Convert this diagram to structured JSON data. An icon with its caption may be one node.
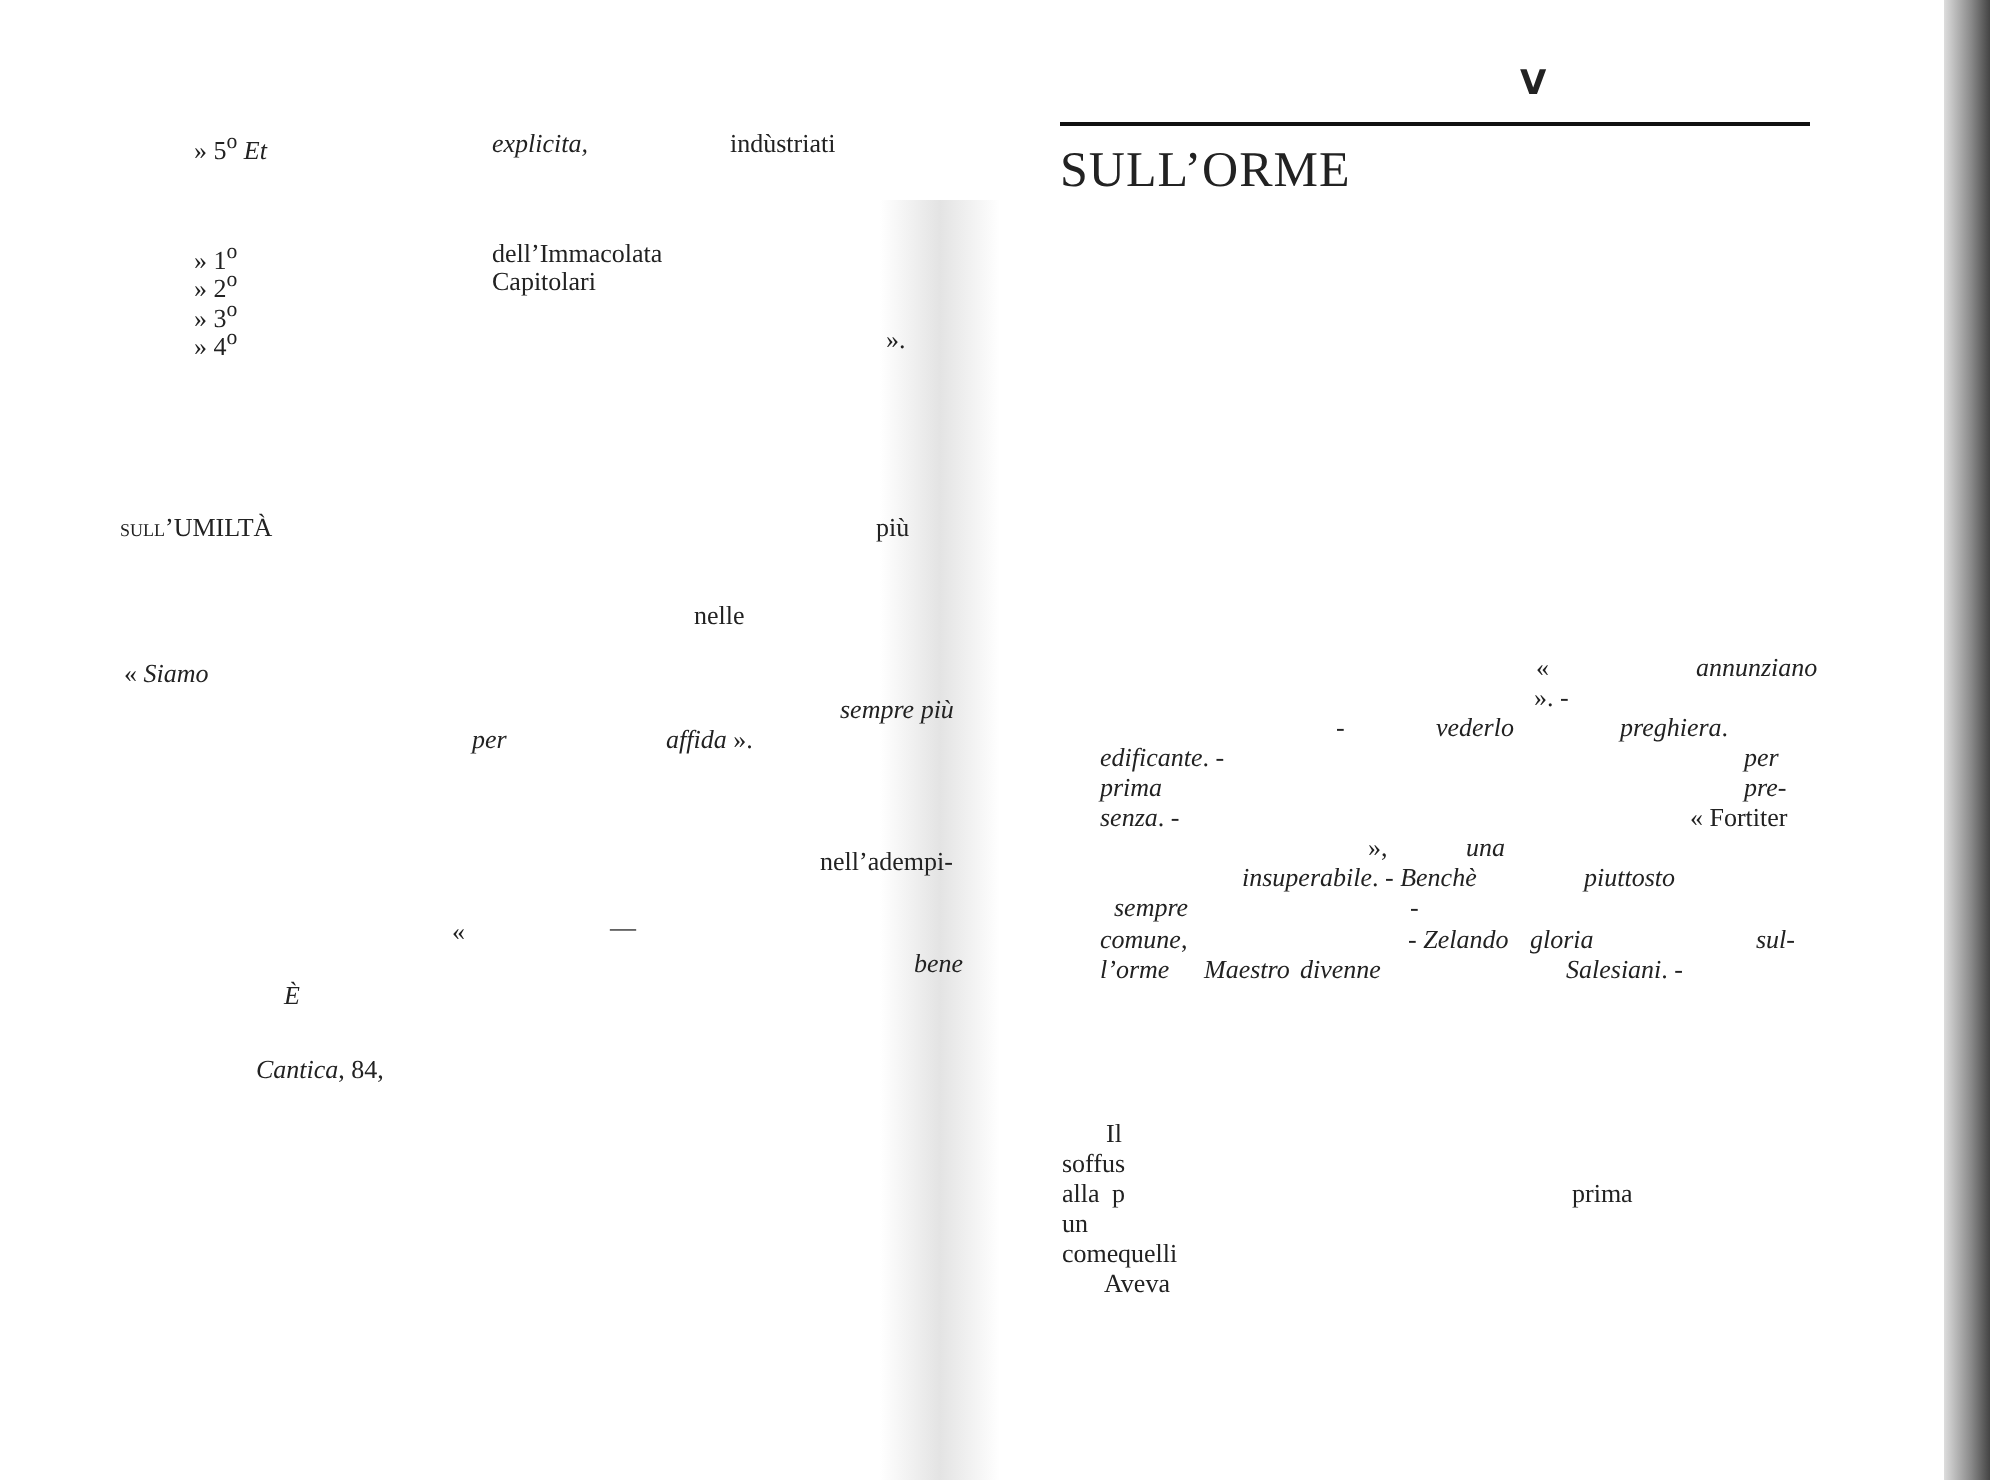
{
  "diagram": {
    "title": "SULL’ORME",
    "labels": [
      "» 5$^{o}$ *Et*",
      "explicita,",
      "indùstriati",
      "» 1$^{o}$",
      "dell’Immacolata",
      "» 2$^{o}$",
      "Capitolari",
      "» 3$^{o}$",
      "» 4$^{o}$",
      "».",
      "sull’UMILTÀ",
      "più",
      "nelle",
      "« *Siamo*",
      "sempre più",
      "per",
      "*affida* ».",
      "nell’adempi-",
      "«",
      "—",
      "bene",
      "È",
      "*Cantica*, 84,",
      "V",
      "«",
      "annunziano",
      "». -",
      "-",
      "vederlo",
      "*preghiera*.",
      "*edificante*. -",
      "per",
      "prima",
      "pre-",
      "*senza*. -",
      "« Fortiter",
      "»,",
      "una",
      "*insuperabile*. - *Benchè*",
      "piuttosto",
      "sempre",
      "-",
      "*comune*,",
      "- *Zelando*",
      "gloria",
      "sul-",
      "l’orme",
      "Maestro",
      "divenne",
      "*Salesiani*. -",
      "Il",
      "soffus",
      "alla",
      "p",
      "prima",
      "un",
      "come",
      "quelli",
      "Aveva"
    ]
  }
}
